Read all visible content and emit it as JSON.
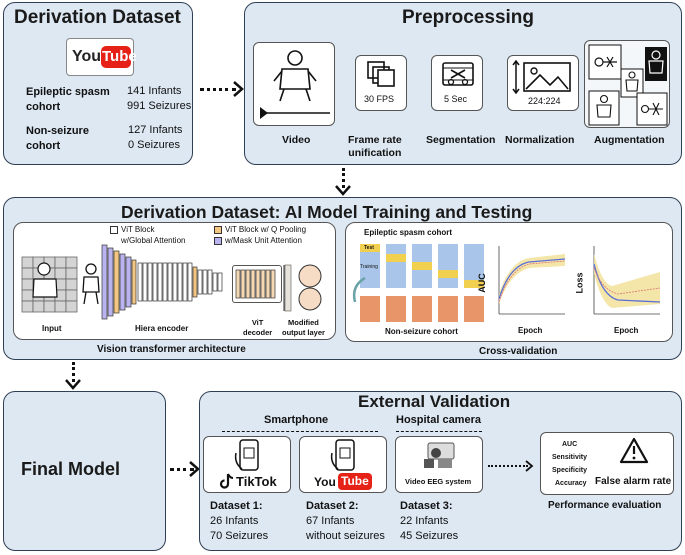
{
  "derivation": {
    "title": "Derivation Dataset",
    "logo_text": "YouTube",
    "epileptic_label": "Epileptic spasm cohort",
    "epileptic_infants": "141 Infants",
    "epileptic_seizures": "991 Seizures",
    "nonseizure_label": "Non-seizure cohort",
    "nonseizure_infants": "127 Infants",
    "nonseizure_seizures": "0 Seizures"
  },
  "preprocessing": {
    "title": "Preprocessing",
    "steps": [
      {
        "label": "Video",
        "caption": ""
      },
      {
        "label": "Frame rate unification",
        "caption": "30 FPS"
      },
      {
        "label": "Segmentation",
        "caption": "5 Sec"
      },
      {
        "label": "Normalization",
        "caption": "224:224"
      },
      {
        "label": "Augmentation",
        "caption": ""
      }
    ]
  },
  "training": {
    "title": "Derivation Dataset: AI Model Training and Testing",
    "legend": {
      "vit_block": "ViT Block",
      "global_attention": "w/Global Attention",
      "vit_q_pooling": "ViT Block w/ Q Pooling",
      "mask_unit": "w/Mask Unit Attention"
    },
    "components": {
      "input": "Input",
      "hiera": "Hiera encoder",
      "vit_decoder": "ViT decoder",
      "output_layer": "Modified output layer"
    },
    "vit_caption": "Vision transformer architecture",
    "cv": {
      "cohort_top": "Epileptic spasm cohort",
      "cohort_bottom": "Non-seizure cohort",
      "test_label": "Test",
      "train_label": "Training",
      "auc_axis": "AUC",
      "loss_axis": "Loss",
      "epoch": "Epoch",
      "caption": "Cross-validation"
    }
  },
  "final_model": {
    "title": "Final Model"
  },
  "external": {
    "title": "External Validation",
    "smartphone": "Smartphone",
    "hospital": "Hospital camera",
    "tiktok": "TikTok",
    "youtube": "YouTube",
    "video_eeg": "Video EEG system",
    "datasets": [
      {
        "title": "Dataset 1:",
        "line1": "26 Infants",
        "line2": "70 Seizures"
      },
      {
        "title": "Dataset 2:",
        "line1": "67 Infants",
        "line2": "without seizures"
      },
      {
        "title": "Dataset 3:",
        "line1": "22 Infants",
        "line2": "45 Seizures"
      }
    ],
    "metrics": [
      "AUC",
      "Sensitivity",
      "Specificity",
      "Accuracy"
    ],
    "false_alarm": "False alarm rate",
    "performance": "Performance evaluation"
  },
  "colors": {
    "panel_bg": "#dde8f3",
    "youtube_red": "#e62117",
    "train_blue": "#a9c6ea",
    "test_yellow": "#f1cf4f",
    "nonseizure_orange": "#e8956a",
    "curve_blue": "#5b6fd6",
    "band_yellow": "#f3e3a0"
  }
}
